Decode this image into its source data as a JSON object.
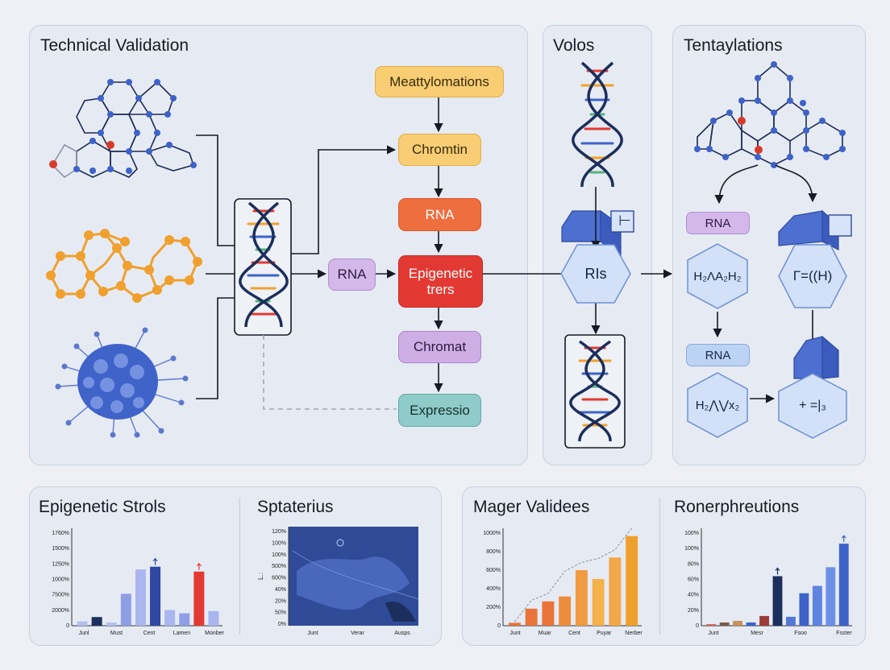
{
  "panels": {
    "technical_validation": "Technical Validation",
    "volos": "Volos",
    "tentaylations": "Tentaylations",
    "epigenetic_strols": "Epigenetic Strols",
    "sptaterius": "Sptaterius",
    "mager_validees": "Mager Validees",
    "ronerphreutions": "Ronerphreutions"
  },
  "flow": {
    "methylation": "Meattylomations",
    "chromatin": "Chromtin",
    "rna_top": "RNA",
    "rna_left": "RNA",
    "epigenetic_l1": "Epigenetic",
    "epigenetic_l2": "trers",
    "chromat": "Chromat",
    "expression": "Expressio"
  },
  "volos": {
    "hex_label": "RIs",
    "badge": "⊢"
  },
  "tent": {
    "rna_1": "RNA",
    "rna_2": "RNA",
    "hex_1": "H₂ΛA₂H₂",
    "hex_2": "Γ=((H)",
    "hex_3": "H₂⋀⋁x₂",
    "hex_4": "+ =|₃"
  },
  "colors": {
    "accent_blue": "#3d63c9",
    "navy": "#1c2e5c",
    "orange": "#f0a02e",
    "red": "#e23a33"
  },
  "chart_data": [
    {
      "type": "bar",
      "title": "Epigenetic Strols",
      "ytick_labels": [
        "1760%",
        "1500%",
        "1250%",
        "1000%",
        "7500%",
        "2000%",
        "0"
      ],
      "xtick_labels": [
        "Junl",
        "Must",
        "Cent",
        "Lamen",
        "Monber"
      ],
      "ylim": [
        0,
        1800
      ],
      "values": [
        80,
        160,
        60,
        590,
        1040,
        1090,
        290,
        230,
        1000,
        270
      ],
      "colors": [
        "#b3bff0",
        "#1c2e5c",
        "#b3bff0",
        "#8e9fe6",
        "#aab6ee",
        "#2f4aa3",
        "#aab6ee",
        "#8e9fe6",
        "#e23a33",
        "#aab6ee"
      ],
      "markers": [
        5,
        8
      ]
    },
    {
      "type": "heatmap",
      "title": "Sptaterius",
      "ytick_labels": [
        "120%",
        "100%",
        "100%",
        "500%",
        "600%",
        "40%",
        "20%",
        "50%",
        "0%"
      ],
      "ylabel": "L.:",
      "xtick_labels": [
        "Junt",
        "Verar",
        "Ausps"
      ]
    },
    {
      "type": "bar",
      "title": "Mager Validees",
      "ytick_labels": [
        "1000%",
        "800%",
        "600%",
        "400%",
        "200%",
        "0"
      ],
      "xtick_labels": [
        "Junt",
        "Muar",
        "Cent",
        "Puyar",
        "Nerber"
      ],
      "ylim": [
        0,
        1000
      ],
      "values": [
        30,
        175,
        250,
        300,
        570,
        480,
        700,
        920
      ],
      "colors": [
        "#e8743a",
        "#e8743a",
        "#e8743a",
        "#ec8d3e",
        "#f09a43",
        "#f5b14c",
        "#f3a748",
        "#f0a02e"
      ],
      "trend": [
        40,
        260,
        330,
        560,
        650,
        690,
        780,
        1000
      ]
    },
    {
      "type": "bar",
      "title": "Ronerphreutions",
      "ytick_labels": [
        "100%",
        "100%",
        "80%",
        "60%",
        "40%",
        "20%",
        "0"
      ],
      "xtick_labels": [
        "Junt",
        "Mesr",
        "Fsoo",
        "Fsster"
      ],
      "ylim": [
        0,
        120
      ],
      "values": [
        2,
        4,
        6,
        4,
        12,
        61,
        11,
        40,
        49,
        72,
        101
      ],
      "colors": [
        "#d46a5a",
        "#7a5a4a",
        "#c8905a",
        "#3d63c9",
        "#9b3b3b",
        "#1c2e5c",
        "#5577d6",
        "#3d63c9",
        "#5d84de",
        "#6b90e6",
        "#3d63c9"
      ],
      "markers": [
        5,
        10
      ]
    }
  ]
}
